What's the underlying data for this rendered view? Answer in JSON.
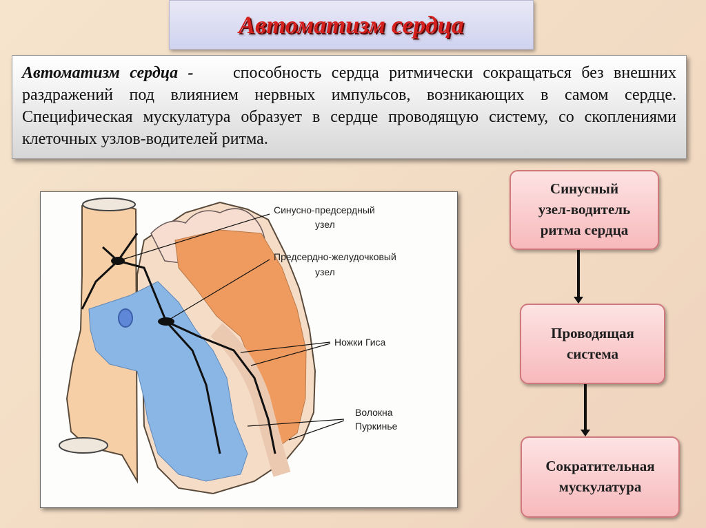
{
  "title": "Автоматизм сердца",
  "definition": {
    "term": "Автоматизм сердца -",
    "text": "способность сердца ритмически сокращаться без внешних раздражений под влиянием нервных импульсов, возникающих в самом сердце. Специфическая мускулатура образует в сердце проводящую систему, со скоплениями клеточных узлов-водителей ритма."
  },
  "figure_labels": {
    "sa_node_line1": "Синусно-предсердный",
    "sa_node_line2": "узел",
    "av_node_line1": "Предсердно-желудочковый",
    "av_node_line2": "узел",
    "his_bundle": "Ножки Гиса",
    "purkinje_line1": "Волокна",
    "purkinje_line2": "Пуркинье"
  },
  "flow": [
    {
      "lines": [
        "Синусный",
        "узел-водитель",
        "ритма сердца"
      ]
    },
    {
      "lines": [
        "Проводящая",
        "система"
      ]
    },
    {
      "lines": [
        "Сократительная",
        "мускулатура"
      ]
    }
  ],
  "colors": {
    "title": "#d6201e",
    "box_fill": "#f7b9bc",
    "box_border": "#d0787c",
    "venous_blue": "#8ab6e6",
    "arterial_orange": "#ef9a5e"
  }
}
